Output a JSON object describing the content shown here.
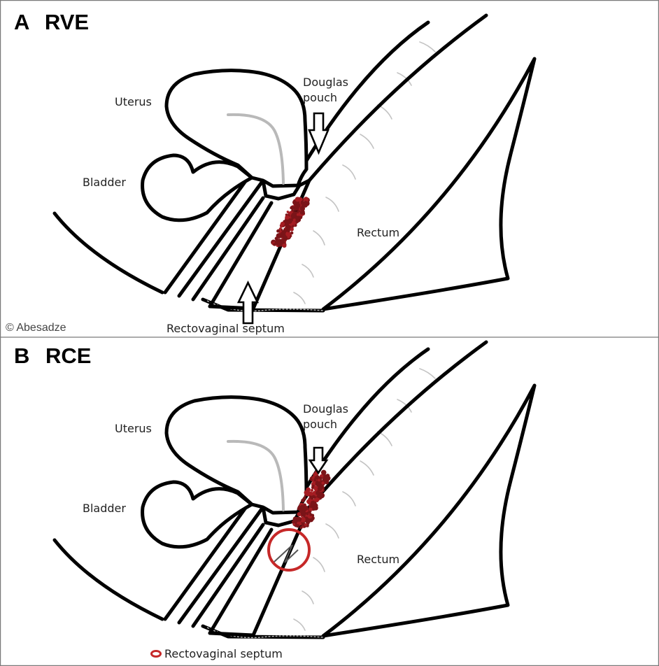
{
  "panel_a": {
    "letter": "A",
    "code": "RVE",
    "labels": {
      "uterus": "Uterus",
      "bladder": "Bladder",
      "douglas_pouch_line1": "Douglas",
      "douglas_pouch_line2": "pouch",
      "rectum": "Rectum",
      "septum": "Rectovaginal septum"
    },
    "copyright": "© Abesadze"
  },
  "panel_b": {
    "letter": "B",
    "code": "RCE",
    "labels": {
      "uterus": "Uterus",
      "bladder": "Bladder",
      "douglas_pouch_line1": "Douglas",
      "douglas_pouch_line2": "pouch",
      "rectum": "Rectum"
    },
    "legend_label": "Rectovaginal septum"
  },
  "colors": {
    "lesion": "#7b1418",
    "marker_circle": "#c62828",
    "outline": "#000000",
    "frame": "#7a7a7a"
  }
}
